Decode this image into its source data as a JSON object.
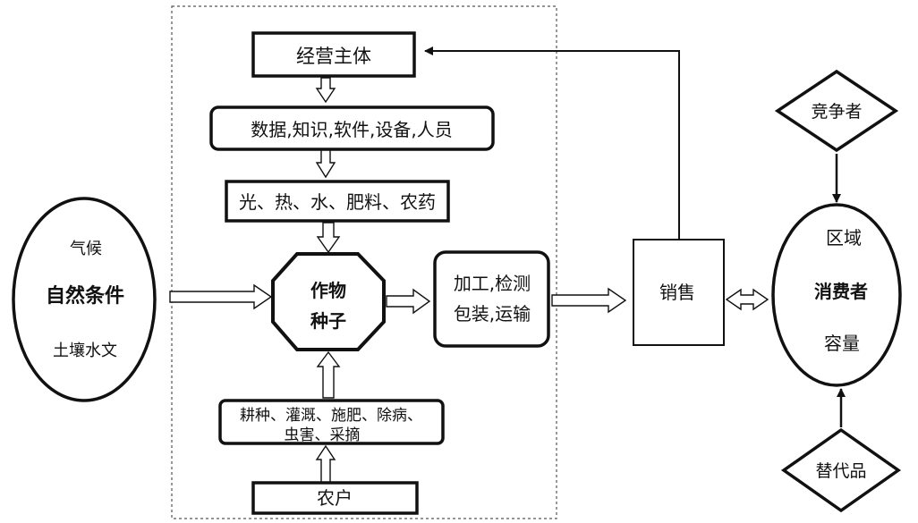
{
  "nodes": {
    "operator": "经营主体",
    "resources": "数据,知识,软件,设备,人员",
    "inputs": "光、热、水、肥料、农药",
    "crop_line1": "作物",
    "crop_line2": "种子",
    "processing_line1": "加工,检测",
    "processing_line2": "包装,运输",
    "sales": "销售",
    "operations_line1": "耕种、灌溉、施肥、除病、",
    "operations_line2": "虫害、采摘",
    "farmer": "农户",
    "natural_top": "气候",
    "natural_main": "自然条件",
    "natural_bottom": "土壤水文",
    "competitor": "竞争者",
    "market_line1": "区域",
    "market_line2": "消费者",
    "market_line3": "容量",
    "substitute": "替代品"
  },
  "colors": {
    "stroke": "#111111",
    "background": "#ffffff",
    "dashed_frame": "#555555"
  }
}
